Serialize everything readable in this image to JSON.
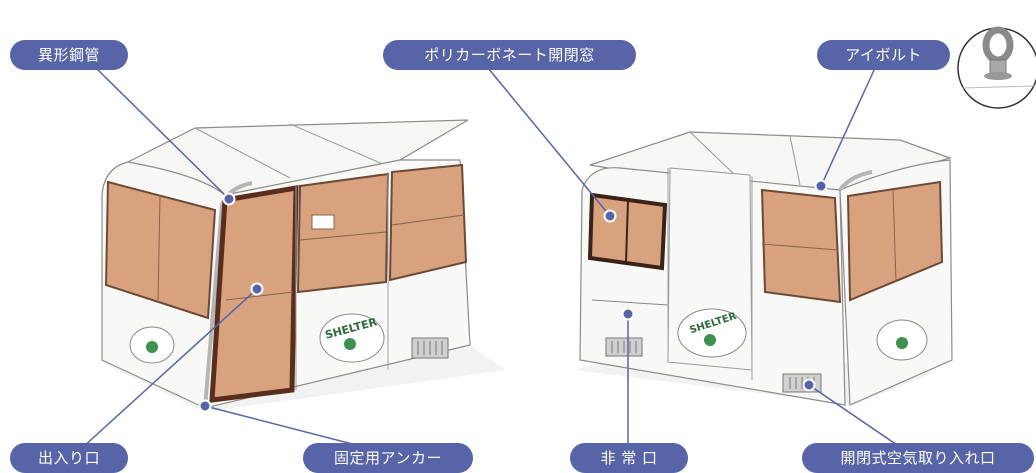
{
  "labels": {
    "irregular_steel_pipe": "異形鋼管",
    "polycarbonate_window": "ポリカーボネート開閉窓",
    "eye_bolt": "アイボルト",
    "entrance": "出入り口",
    "fixed_anchor": "固定用アンカー",
    "emergency_exit": "非 常 口",
    "air_intake": "開閉式空気取り入れ口"
  },
  "logo": {
    "text": "SHELTER"
  },
  "colors": {
    "label_bg": "#5765a8",
    "leader_line": "#5765a8",
    "window_tint": "#d9a27e",
    "shell": "#f7f7f5",
    "door_frame": "#5a2e1c"
  }
}
